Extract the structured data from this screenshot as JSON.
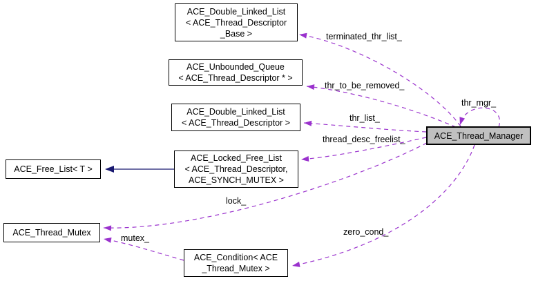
{
  "diagram": {
    "type": "collaboration-graph",
    "focus_class": "ACE_Thread_Manager",
    "colors": {
      "usage_edge": "#9a32cd",
      "inheritance_edge": "#191970",
      "node_fill": "#ffffff",
      "focus_node_fill": "#c0c0c0",
      "node_border": "#000000",
      "text": "#000000",
      "background": "#ffffff"
    },
    "nodes": [
      {
        "id": "dll_base",
        "label": "ACE_Double_Linked_List\n< ACE_Thread_Descriptor\n_Base >"
      },
      {
        "id": "unbounded_queue",
        "label": "ACE_Unbounded_Queue\n< ACE_Thread_Descriptor * >"
      },
      {
        "id": "dll",
        "label": "ACE_Double_Linked_List\n< ACE_Thread_Descriptor >"
      },
      {
        "id": "locked_free_list",
        "label": "ACE_Locked_Free_List\n< ACE_Thread_Descriptor,\nACE_SYNCH_MUTEX >"
      },
      {
        "id": "free_list",
        "label": "ACE_Free_List< T >"
      },
      {
        "id": "thread_mutex",
        "label": "ACE_Thread_Mutex"
      },
      {
        "id": "condition",
        "label": "ACE_Condition< ACE\n_Thread_Mutex >"
      },
      {
        "id": "thread_manager",
        "label": "ACE_Thread_Manager",
        "focus": true
      }
    ],
    "edges": [
      {
        "label": "terminated_thr_list_",
        "kind": "usage",
        "style": "dashed",
        "from": "thread_manager",
        "to": "dll_base"
      },
      {
        "label": "thr_to_be_removed_",
        "kind": "usage",
        "style": "dashed",
        "from": "thread_manager",
        "to": "unbounded_queue"
      },
      {
        "label": "thr_list_",
        "kind": "usage",
        "style": "dashed",
        "from": "thread_manager",
        "to": "dll"
      },
      {
        "label": "thread_desc_freelist_",
        "kind": "usage",
        "style": "dashed",
        "from": "thread_manager",
        "to": "locked_free_list"
      },
      {
        "label": "thr_mgr_",
        "kind": "usage",
        "style": "dashed",
        "from": "thread_manager",
        "to": "thread_manager"
      },
      {
        "label": "lock_",
        "kind": "usage",
        "style": "dashed",
        "from": "thread_manager",
        "to": "thread_mutex"
      },
      {
        "label": "zero_cond_",
        "kind": "usage",
        "style": "dashed",
        "from": "thread_manager",
        "to": "condition"
      },
      {
        "label": "mutex_",
        "kind": "usage",
        "style": "dashed",
        "from": "condition",
        "to": "thread_mutex"
      },
      {
        "label": "",
        "kind": "inheritance",
        "style": "solid",
        "from": "locked_free_list",
        "to": "free_list"
      }
    ]
  }
}
